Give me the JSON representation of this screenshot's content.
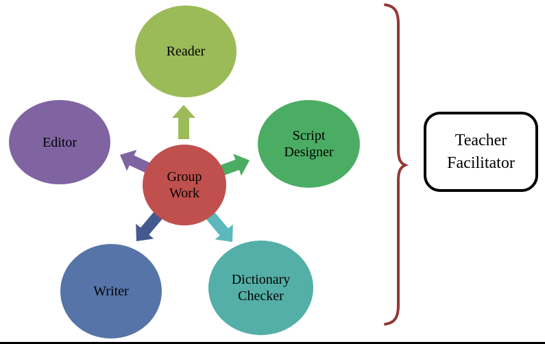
{
  "diagram": {
    "center": {
      "label": "Group Work"
    },
    "nodes": [
      {
        "id": "reader",
        "label": "Reader"
      },
      {
        "id": "editor",
        "label": "Editor"
      },
      {
        "id": "script-designer",
        "label": "Script Designer"
      },
      {
        "id": "writer",
        "label": "Writer"
      },
      {
        "id": "dictionary-checker",
        "label": "Dictionary Checker"
      }
    ],
    "facilitator": {
      "label": "Teacher Facilitator"
    },
    "colors": {
      "center": "#C0504D",
      "reader": "#9BBB59",
      "editor": "#8064A2",
      "script": "#4BAD63",
      "writer": "#5674A7",
      "dict": "#53AFA7",
      "arrow-up": "#9BBB59",
      "arrow-right": "#4BAD63",
      "arrow-left": "#8064A2",
      "arrow-down-left": "#44598E",
      "arrow-down-right": "#5BB8BC",
      "brace": "#953735",
      "bottom-line": "#000000"
    }
  }
}
